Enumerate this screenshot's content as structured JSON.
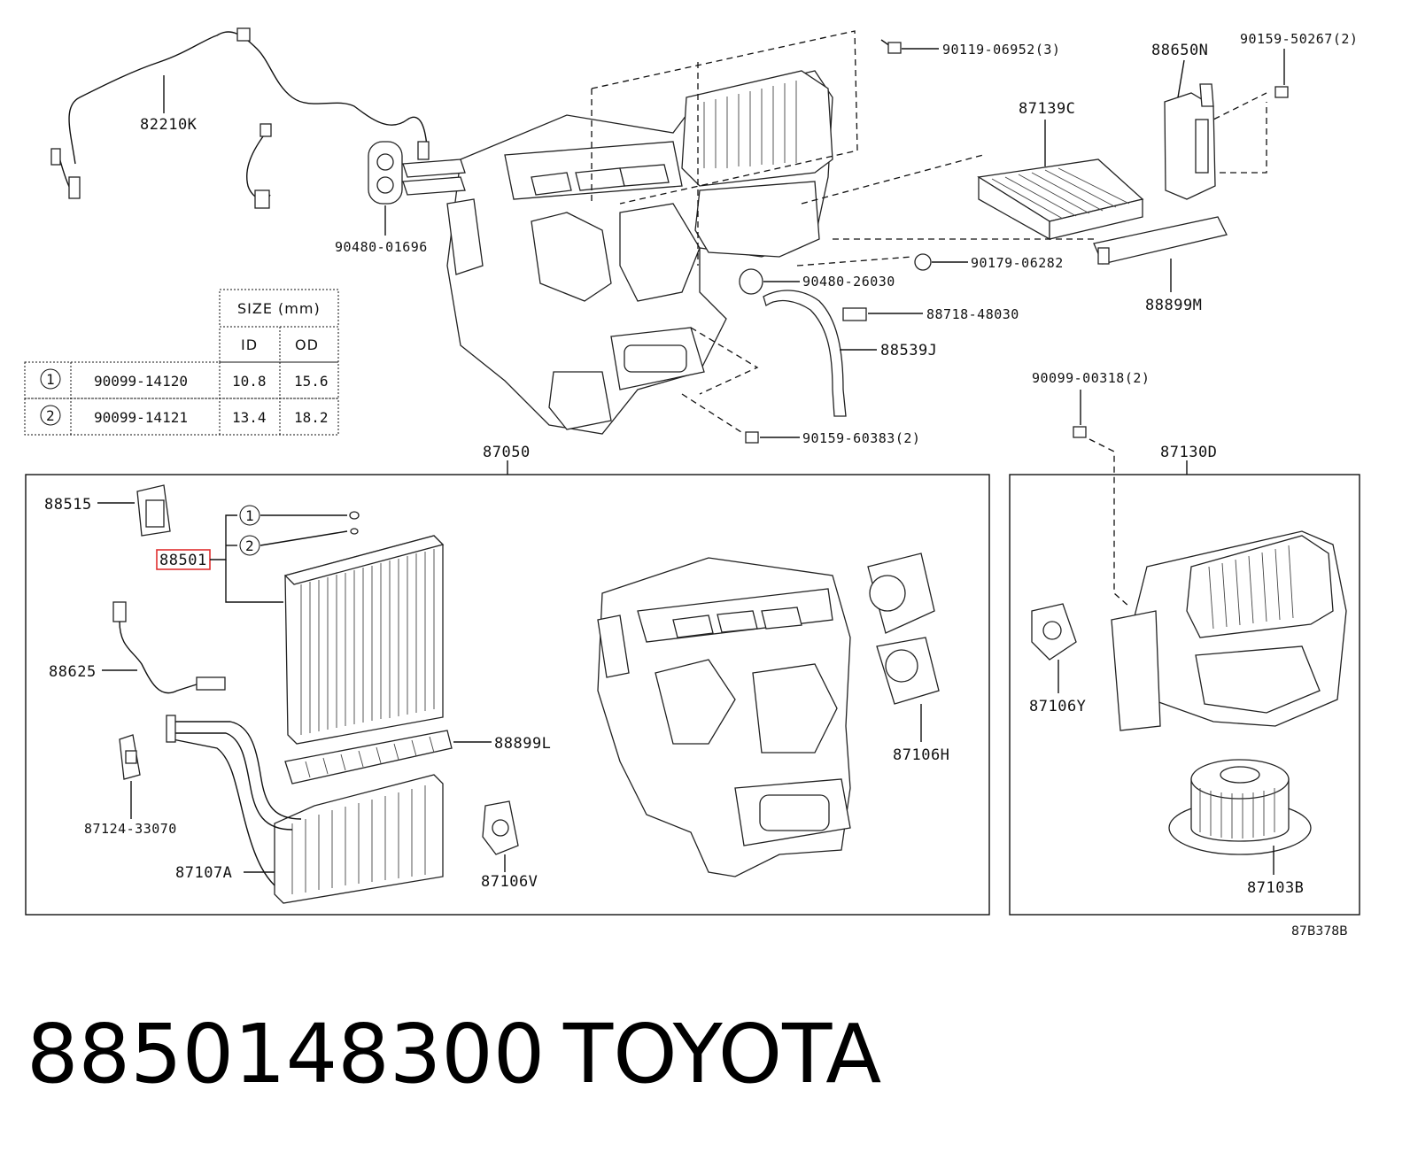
{
  "labels": {
    "p82210K": "82210K",
    "p90480_01696": "90480-01696",
    "p90119_06952": "90119-06952(3)",
    "p88650N": "88650N",
    "p90159_50267": "90159-50267(2)",
    "p87139C": "87139C",
    "p90179_06282": "90179-06282",
    "p90480_26030": "90480-26030",
    "p88899M": "88899M",
    "p88718_48030": "88718-48030",
    "p88539J": "88539J",
    "p90099_00318": "90099-00318(2)",
    "p90159_60383": "90159-60383(2)",
    "p87050": "87050",
    "p87130D": "87130D",
    "p88515": "88515",
    "p88501": "88501",
    "p88625": "88625",
    "p88899L": "88899L",
    "p87124_33070": "87124-33070",
    "p87107A": "87107A",
    "p87106V": "87106V",
    "p87106H": "87106H",
    "p87106Y": "87106Y",
    "p87103B": "87103B",
    "callout1": "1",
    "callout2": "2",
    "diagram_ref": "87B378B"
  },
  "size_table": {
    "header": "SIZE (mm)",
    "col_id": "ID",
    "col_od": "OD",
    "rows": [
      {
        "mark": "1",
        "part": "90099-14120",
        "id": "10.8",
        "od": "15.6"
      },
      {
        "mark": "2",
        "part": "90099-14121",
        "id": "13.4",
        "od": "18.2"
      }
    ]
  },
  "footer": {
    "part_number": "8850148300",
    "brand": "TOYOTA"
  },
  "colors": {
    "highlight": "#e03030",
    "line": "#111111"
  }
}
